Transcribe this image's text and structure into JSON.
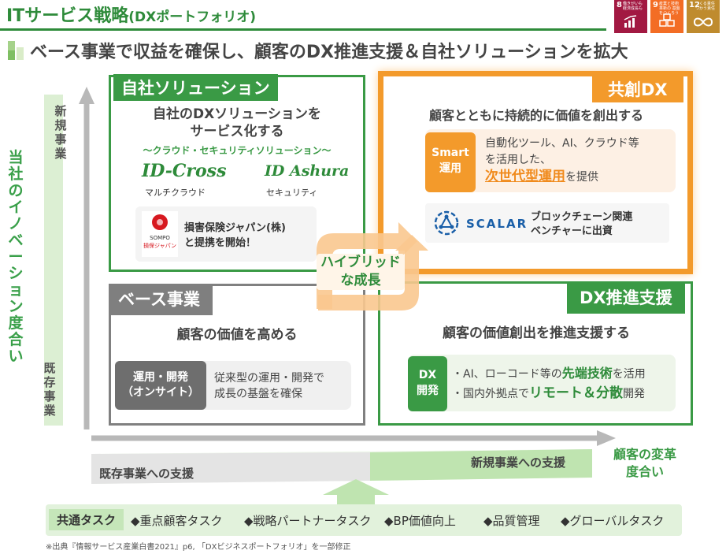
{
  "header": {
    "title": "ITサービス戦略",
    "subtitle": "(DXポートフォリオ)",
    "sdg_badges": [
      {
        "num": "8",
        "label": "働きがいも 経済成長も",
        "color": "#a21942",
        "icon": "chart-up-icon"
      },
      {
        "num": "9",
        "label": "産業と技術革新の 基盤をつくろう",
        "color": "#f36d25",
        "icon": "cubes-icon"
      },
      {
        "num": "12",
        "label": "つくる責任 つかう責任",
        "color": "#bf8b2e",
        "icon": "infinity-icon"
      }
    ]
  },
  "headline": "ベース事業で収益を確保し、顧客のDX推進支援＆自社ソリューションを拡大",
  "axes": {
    "left_label": "当社のイノベーション度合い",
    "new_business": "新規事業",
    "existing_business": "既存事業",
    "right_label_line1": "顧客の変革",
    "right_label_line2": "度合い",
    "support_existing": "既存事業への支援",
    "support_new": "新規事業への支援"
  },
  "solution": {
    "tab": "自社ソリューション",
    "heading_line1": "自社のDXソリューションを",
    "heading_line2": "サービス化する",
    "subheading": "〜クラウド・セキュリティソリューション〜",
    "product1_logo": "ID-Cross",
    "product1_label": "マルチクラウド",
    "product2_logo": "ID Ashura",
    "product2_label": "セキュリティ",
    "partner_logo_top": "SOMPO",
    "partner_logo_bottom": "損保ジャパン",
    "partner_line1": "損害保険ジャパン(株)",
    "partner_line2": "と提携を開始！"
  },
  "base": {
    "tab": "ベース事業",
    "heading": "顧客の価値を高める",
    "badge_line1": "運用・開発",
    "badge_line2": "（オンサイト）",
    "text_line1": "従来型の運用・開発で",
    "text_line2": "成長の基盤を確保"
  },
  "co_creation": {
    "tab": "共創DX",
    "heading": "顧客とともに持続的に価値を創出する",
    "badge_line1": "Smart",
    "badge_line2": "運用",
    "text_line1": "自動化ツール、AI、クラウド等",
    "text_line2": "を活用した、",
    "text_highlight": "次世代型運用",
    "text_suffix": "を提供",
    "scalar_logo": "SCALAR",
    "scalar_line1": "ブロックチェーン関連",
    "scalar_line2": "ベンチャーに出資"
  },
  "dx_support": {
    "tab": "DX推進支援",
    "heading": "顧客の価値創出を推進支援する",
    "badge_line1": "DX",
    "badge_line2": "開発",
    "bullet1_prefix": "・AI、ローコード等の",
    "bullet1_highlight": "先端技術",
    "bullet1_suffix": "を活用",
    "bullet2_prefix": "・国内外拠点で",
    "bullet2_highlight": "リモート＆分散",
    "bullet2_suffix": "開発"
  },
  "hybrid": {
    "line1": "ハイブリッド",
    "line2": "な成長"
  },
  "tasks": {
    "label": "共通タスク",
    "items": [
      "◆重点顧客タスク",
      "◆戦略パートナータスク",
      "◆BP価値向上",
      "◆品質管理",
      "◆グローバルタスク"
    ]
  },
  "footer": "※出典『情報サービス産業白書2021』p6, 「DXビジネスポートフォリオ」を一部修正",
  "colors": {
    "green": "#3a9a45",
    "orange": "#f39a2b",
    "gray": "#7f7f7f",
    "light_green": "#d6eecb"
  }
}
